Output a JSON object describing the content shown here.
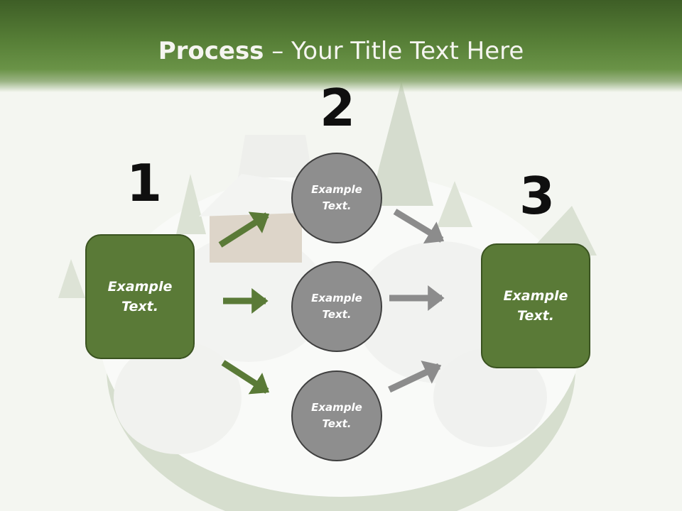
{
  "title": {
    "bold": "Process",
    "rest": " – Your Title Text Here"
  },
  "steps": [
    {
      "number": "1",
      "text": "Example Text."
    },
    {
      "number": "2"
    },
    {
      "number": "3",
      "text": "Example Text."
    }
  ],
  "circles": [
    {
      "text": "Example Text."
    },
    {
      "text": "Example Text."
    },
    {
      "text": "Example Text."
    }
  ],
  "colors": {
    "header": "#577f37",
    "box_fill": "#5a7a37",
    "circle_fill": "#8e8e8e",
    "green_arrow": "#5a7a37",
    "gray_arrow": "#8c8c8c"
  }
}
